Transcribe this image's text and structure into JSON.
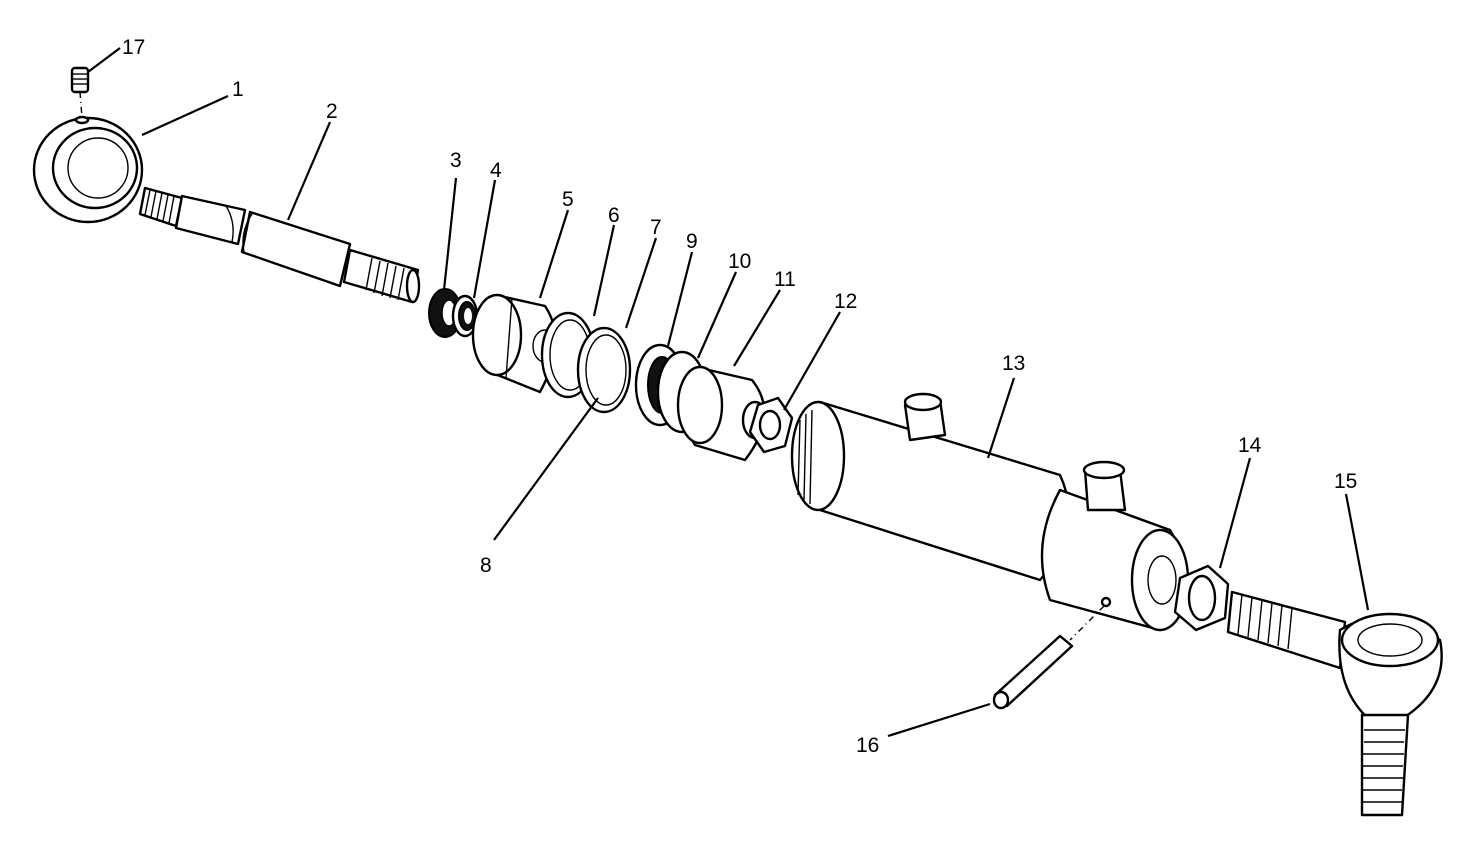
{
  "callouts": [
    {
      "id": "17",
      "text": "17"
    },
    {
      "id": "1",
      "text": "1"
    },
    {
      "id": "2",
      "text": "2"
    },
    {
      "id": "3",
      "text": "3"
    },
    {
      "id": "4",
      "text": "4"
    },
    {
      "id": "5",
      "text": "5"
    },
    {
      "id": "6",
      "text": "6"
    },
    {
      "id": "7",
      "text": "7"
    },
    {
      "id": "9",
      "text": "9"
    },
    {
      "id": "10",
      "text": "10"
    },
    {
      "id": "11",
      "text": "11"
    },
    {
      "id": "12",
      "text": "12"
    },
    {
      "id": "8",
      "text": "8"
    },
    {
      "id": "13",
      "text": "13"
    },
    {
      "id": "14",
      "text": "14"
    },
    {
      "id": "15",
      "text": "15"
    },
    {
      "id": "16",
      "text": "16"
    }
  ],
  "colors": {
    "line": "#000000",
    "background": "#ffffff"
  }
}
